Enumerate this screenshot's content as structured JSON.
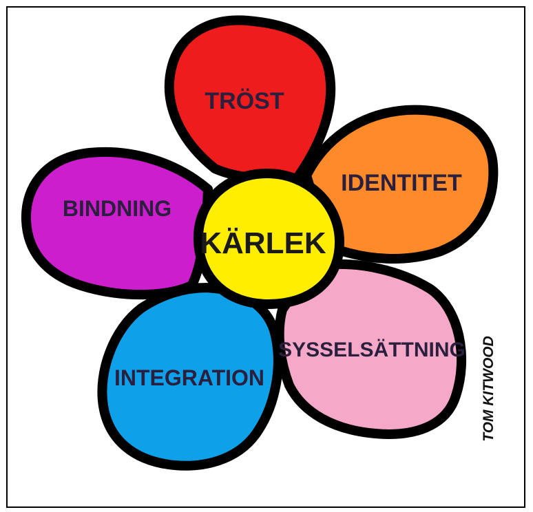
{
  "center": {
    "label": "KÄRLEK",
    "color": "#ffee00"
  },
  "petals": [
    {
      "id": "trost",
      "label": "TRÖST",
      "color": "#ee1c1c"
    },
    {
      "id": "identitet",
      "label": "IDENTITET",
      "color": "#ff8a2a"
    },
    {
      "id": "sysselsattning",
      "label": "SYSSELSÄTTNING",
      "color": "#f5a8c8"
    },
    {
      "id": "integration",
      "label": "INTEGRATION",
      "color": "#0ea0e8"
    },
    {
      "id": "bindning",
      "label": "BINDNING",
      "color": "#cc1ecc"
    }
  ],
  "credit": "TOM KITWOOD",
  "outline_color": "#000000"
}
